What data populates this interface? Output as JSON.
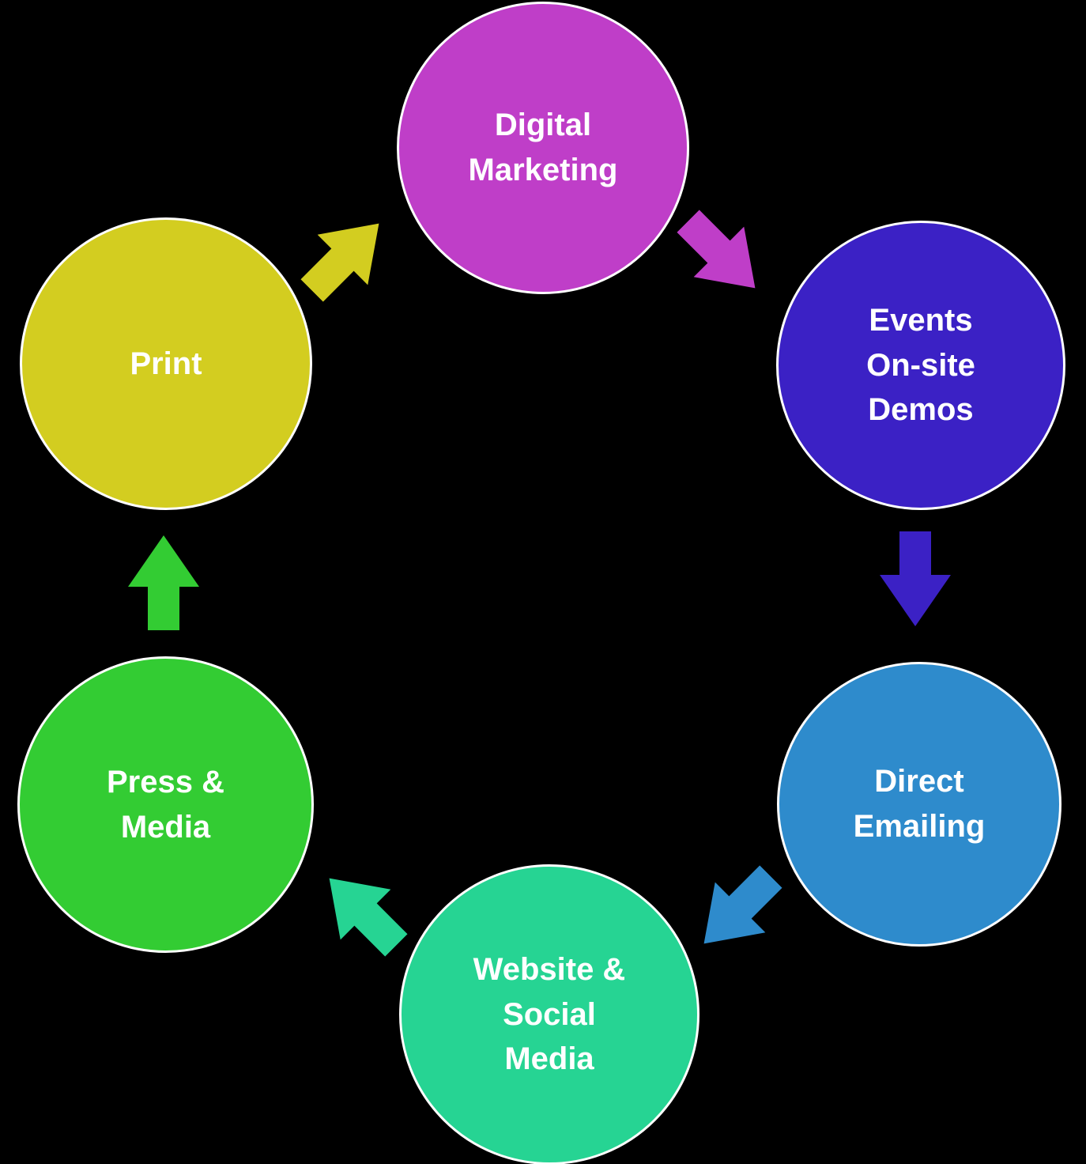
{
  "diagram": {
    "background_color": "#000000",
    "text_color": "#ffffff",
    "nodes": [
      {
        "id": "digital-marketing",
        "lines": [
          "Digital",
          "Marketing"
        ],
        "color": "#bf3ec8"
      },
      {
        "id": "events-onsite-demos",
        "lines": [
          "Events",
          "On-site",
          "Demos"
        ],
        "color": "#3b21c5"
      },
      {
        "id": "direct-emailing",
        "lines": [
          "Direct",
          "Emailing"
        ],
        "color": "#2e8bcc"
      },
      {
        "id": "website-social-media",
        "lines": [
          "Website &",
          "Social",
          "Media"
        ],
        "color": "#26d493"
      },
      {
        "id": "press-media",
        "lines": [
          "Press &",
          "Media"
        ],
        "color": "#33cc33"
      },
      {
        "id": "print",
        "lines": [
          "Print"
        ],
        "color": "#d3cd20"
      }
    ],
    "arrows": [
      {
        "id": "arrow-print-to-digital",
        "direction": "up-right",
        "color": "#d3cd20"
      },
      {
        "id": "arrow-digital-to-events",
        "direction": "down-right",
        "color": "#bf3ec8"
      },
      {
        "id": "arrow-events-to-direct",
        "direction": "down",
        "color": "#3b21c5"
      },
      {
        "id": "arrow-direct-to-website",
        "direction": "down-left",
        "color": "#2e8bcc"
      },
      {
        "id": "arrow-website-to-press",
        "direction": "up-left",
        "color": "#26d493"
      },
      {
        "id": "arrow-press-to-print",
        "direction": "up",
        "color": "#33cc33"
      }
    ]
  }
}
